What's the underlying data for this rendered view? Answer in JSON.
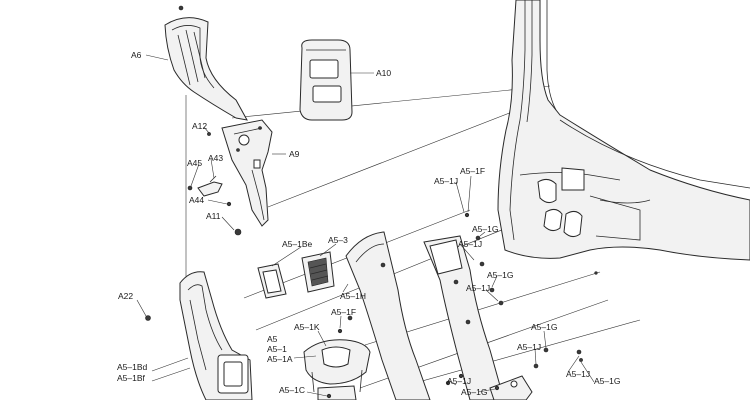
{
  "diagram": {
    "labels": {
      "a6": "A6",
      "a10": "A10",
      "a12": "A12",
      "a43": "A43",
      "a45": "A45",
      "a9": "A9",
      "a44": "A44",
      "a11": "A11",
      "a22": "A22",
      "a5_1f_top": "A5–1F",
      "a5_1j_top": "A5–1J",
      "a5_1g_a": "A5–1G",
      "a5_1j_b": "A5–1J",
      "a5_1be": "A5–1Be",
      "a5_3": "A5–3",
      "a5_1g_b": "A5–1G",
      "a5_1j_c": "A5–1J",
      "a5_1h": "A5–1H",
      "a5_1f_mid": "A5–1F",
      "a5_1k": "A5–1K",
      "a5": "A5",
      "a5_1": "A5–1",
      "a5_1a": "A5–1A",
      "a5_1g_c": "A5–1G",
      "a5_1j_d": "A5–1J",
      "a5_1bd": "A5–1Bd",
      "a5_1bf": "A5–1Bf",
      "a5_1j_e": "A5–1J",
      "a5_1g_d": "A5–1G",
      "a5_1c": "A5–1C",
      "a5_1j_f": "A5–1J",
      "a5_1g_e": "A5–1G"
    }
  }
}
